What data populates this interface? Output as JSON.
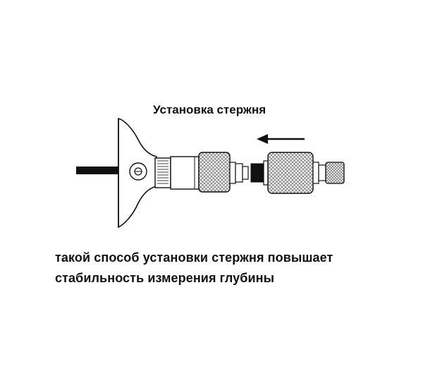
{
  "title": "Установка стержня",
  "caption": {
    "line1": "такой способ установки стержня повышает",
    "line2": "стабильность измерения глубины"
  },
  "colors": {
    "ink": "#111111",
    "knurl": "#8a8a8a",
    "background": "#ffffff"
  }
}
